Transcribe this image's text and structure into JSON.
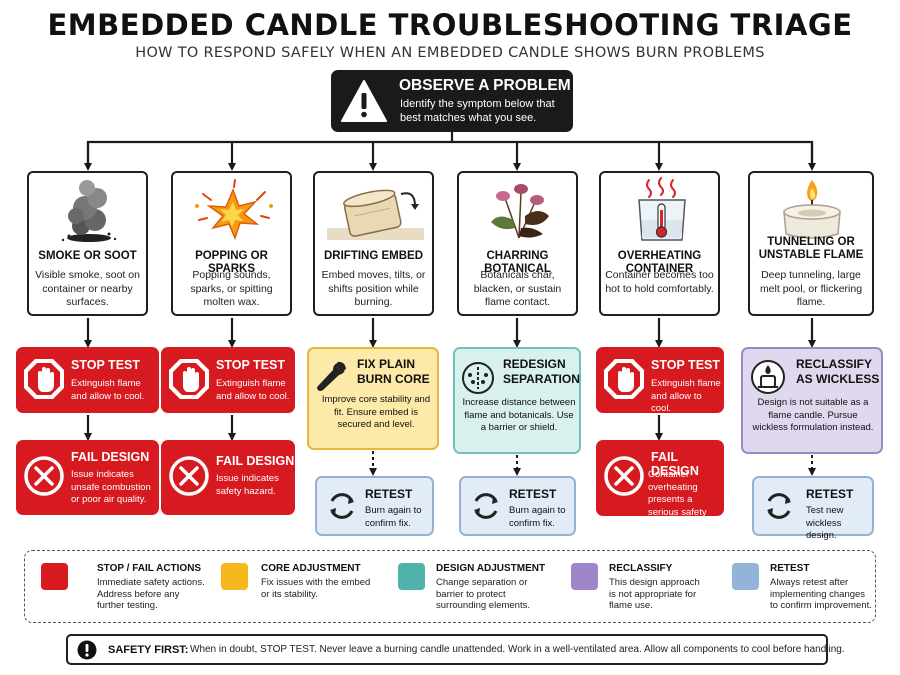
{
  "title": "EMBEDDED CANDLE TROUBLESHOOTING TRIAGE",
  "subtitle": "HOW TO RESPOND SAFELY WHEN AN EMBEDDED CANDLE SHOWS BURN PROBLEMS",
  "observe": {
    "title": "OBSERVE A PROBLEM",
    "desc": "Identify the symptom below that best matches what you see.",
    "icon": "warning-icon"
  },
  "symptoms": [
    {
      "title": "SMOKE OR SOOT",
      "desc": "Visible smoke, soot on container or nearby surfaces.",
      "icon": "smoke-icon"
    },
    {
      "title": "POPPING OR SPARKS",
      "desc": "Popping sounds, sparks, or spitting molten wax.",
      "icon": "sparks-icon"
    },
    {
      "title": "DRIFTING EMBED",
      "desc": "Embed moves, tilts, or shifts position while burning.",
      "icon": "drifting-embed-icon"
    },
    {
      "title": "CHARRING BOTANICAL",
      "desc": "Botanicals char, blacken, or sustain flame contact.",
      "icon": "botanical-icon"
    },
    {
      "title": "OVERHEATING CONTAINER",
      "desc": "Container becomes too hot to hold comfortably.",
      "icon": "hot-container-icon"
    },
    {
      "title": "TUNNELING OR UNSTABLE FLAME",
      "desc": "Deep tunneling, large melt pool, or flickering flame.",
      "icon": "tealight-icon"
    }
  ],
  "actions": {
    "stop_smoke": {
      "title": "STOP TEST",
      "desc": "Extinguish flame and allow to cool.",
      "icon": "stop-hand-icon"
    },
    "stop_pop": {
      "title": "STOP TEST",
      "desc": "Extinguish flame and allow to cool.",
      "icon": "stop-hand-icon"
    },
    "fix_core": {
      "title": "FIX PLAIN BURN CORE",
      "desc": "Improve core stability and fit. Ensure embed is secured and level.",
      "icon": "wrench-icon"
    },
    "redesign": {
      "title": "REDESIGN SEPARATION",
      "desc": "Increase distance between flame and botanicals. Use a barrier or shield.",
      "icon": "separation-icon"
    },
    "stop_heat": {
      "title": "STOP TEST",
      "desc": "Extinguish flame and allow to cool.",
      "icon": "stop-hand-icon"
    },
    "reclassify": {
      "title": "RECLASSIFY AS WICKLESS",
      "desc": "Design is not suitable as a flame candle. Pursue wickless formulation instead.",
      "icon": "wickless-candle-icon"
    },
    "fail_smoke": {
      "title": "FAIL DESIGN",
      "desc": "Issue indicates unsafe combustion or poor air quality.",
      "icon": "fail-x-icon"
    },
    "fail_pop": {
      "title": "FAIL DESIGN",
      "desc": "Issue indicates safety hazard.",
      "icon": "fail-x-icon"
    },
    "retest_core": {
      "title": "RETEST",
      "desc": "Burn again to confirm fix.",
      "icon": "retest-icon"
    },
    "retest_sep": {
      "title": "RETEST",
      "desc": "Burn again to confirm fix.",
      "icon": "retest-icon"
    },
    "fail_heat": {
      "title": "FAIL DESIGN",
      "desc": "Container overheating presents a serious safety risk.",
      "icon": "fail-x-icon"
    },
    "retest_wick": {
      "title": "RETEST",
      "desc": "Test new wickless design.",
      "icon": "retest-icon"
    }
  },
  "legend": [
    {
      "title": "STOP / FAIL ACTIONS",
      "desc": "Immediate safety actions. Address before any further testing.",
      "color": "#d71920"
    },
    {
      "title": "CORE ADJUSTMENT",
      "desc": "Fix issues with the embed or its stability.",
      "color": "#f6b81c"
    },
    {
      "title": "DESIGN ADJUSTMENT",
      "desc": "Change separation or barrier to protect surrounding elements.",
      "color": "#4fb3ab"
    },
    {
      "title": "RECLASSIFY",
      "desc": "This design approach is not appropriate for flame use.",
      "color": "#9e86c8"
    },
    {
      "title": "RETEST",
      "desc": "Always retest after implementing changes to confirm improvement.",
      "color": "#93b4d8"
    }
  ],
  "safety": {
    "title": "SAFETY FIRST:",
    "text": "When in doubt, STOP TEST. Never leave a burning candle unattended. Work in a well-ventilated area. Allow all components to cool before handling.",
    "icon": "exclamation-icon"
  }
}
